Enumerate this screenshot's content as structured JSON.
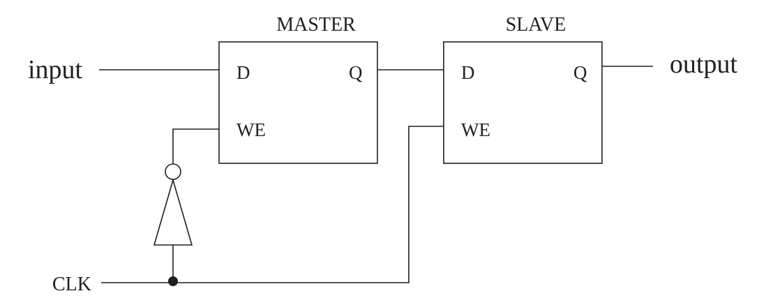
{
  "labels": {
    "input": "input",
    "output": "output",
    "clk": "CLK"
  },
  "master": {
    "title": "MASTER",
    "pin_d": "D",
    "pin_q": "Q",
    "pin_we": "WE"
  },
  "slave": {
    "title": "SLAVE",
    "pin_d": "D",
    "pin_q": "Q",
    "pin_we": "WE"
  },
  "colors": {
    "line": "#231f20",
    "background": "#ffffff"
  }
}
